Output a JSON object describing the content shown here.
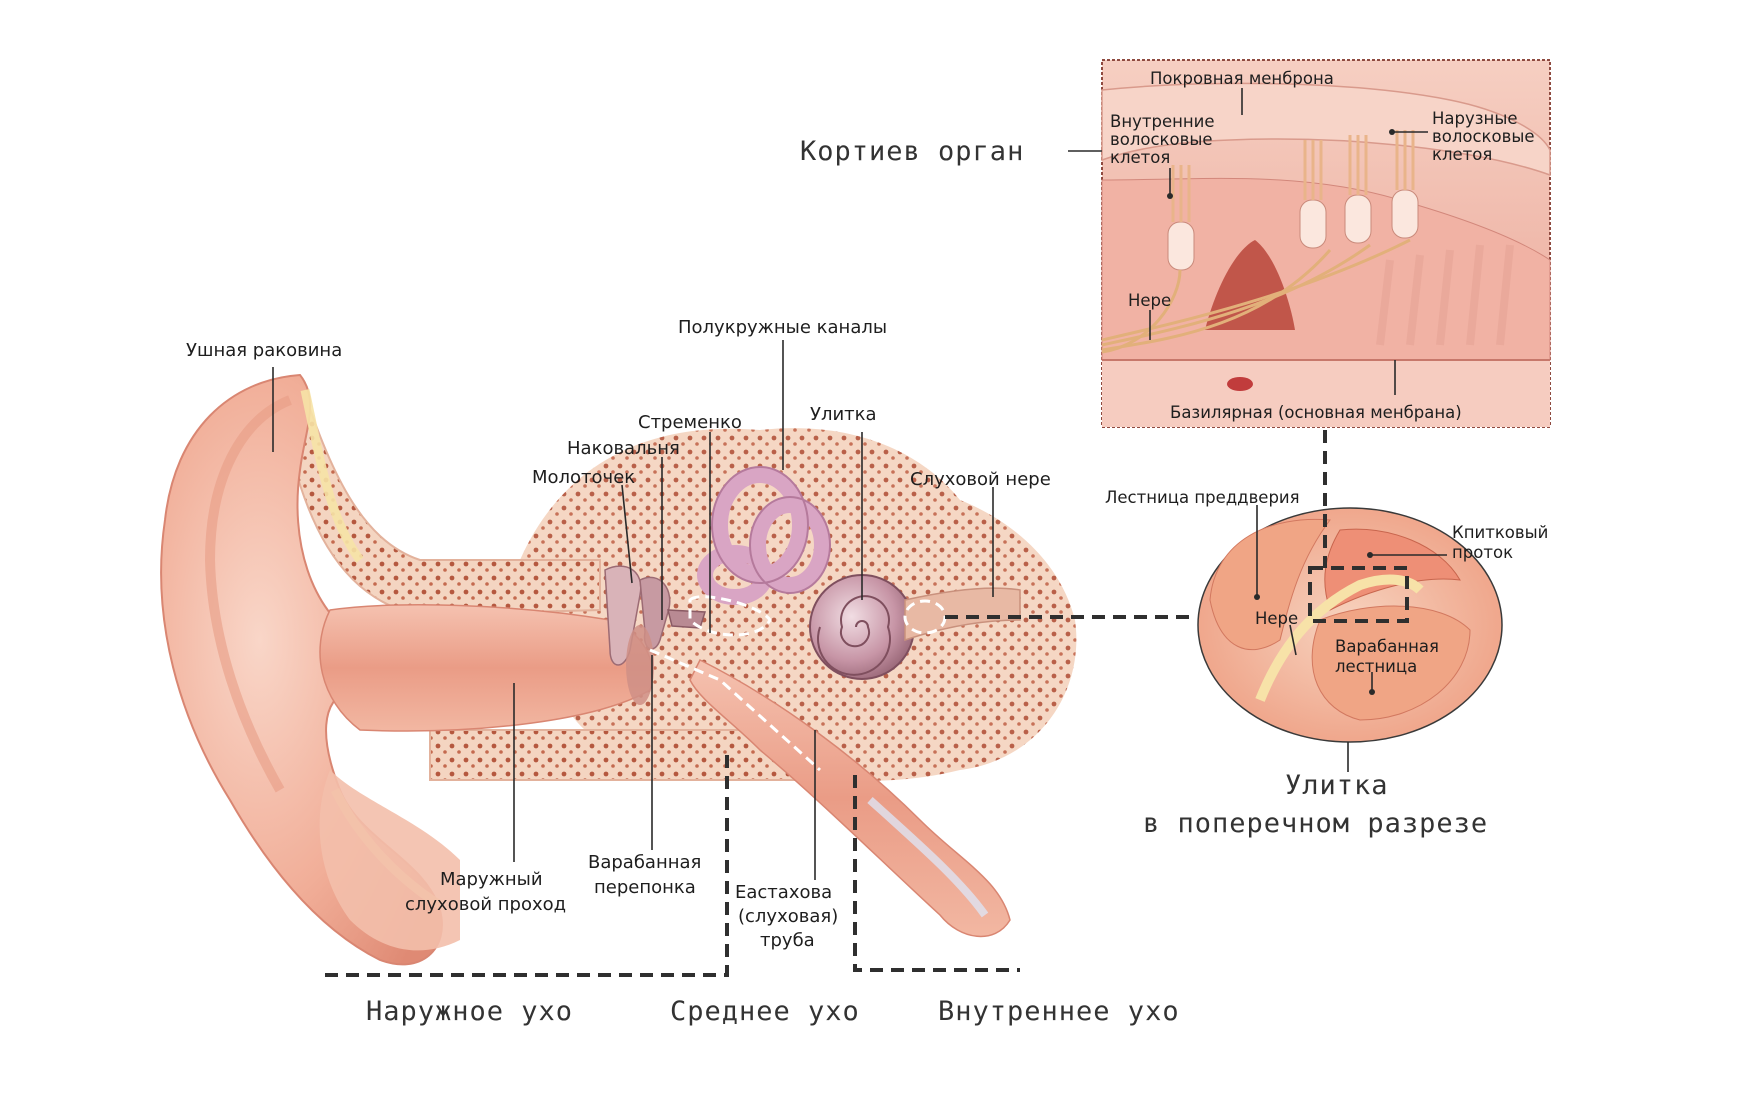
{
  "labels": {
    "pinna": "Ушная раковина",
    "semicircular": "Полукружные каналы",
    "stapes": "Стременко",
    "incus": "Наковальня",
    "malleus": "Молоточек",
    "cochlea": "Улитка",
    "auditory_nerve": "Слуховой нере",
    "canal_l1": "Маружный",
    "canal_l2": "слуховой проход",
    "eardrum_l1": "Варабанная",
    "eardrum_l2": "перепонка",
    "eustach_l1": "Еастахова",
    "eustach_l2": "(слуховая)",
    "eustach_l3": "труба"
  },
  "sections": {
    "outer": "Наружное ухо",
    "middle": "Среднее ухо",
    "inner": "Внутреннее ухо"
  },
  "corti": {
    "title": "Кортиев орган",
    "tectorial": "Покровная менброна",
    "inner_l1": "Внутренние",
    "inner_l2": "волосковые",
    "inner_l3": "клетоя",
    "outer_l1": "Нарузные",
    "outer_l2": "волосковые",
    "outer_l3": "клетоя",
    "nerve": "Нере",
    "basilar": "Базилярная (основная менбрана)"
  },
  "section_view": {
    "vestibuli": "Лестница преддверия",
    "duct_l1": "Кпитковый",
    "duct_l2": "проток",
    "nerve": "Нере",
    "tympani_l1": "Варабанная",
    "tympani_l2": "лестница",
    "title_l1": "Улитка",
    "title_l2": "в поперечном разрезе"
  },
  "colors": {
    "skin": "#f2b8a4",
    "skin_dark": "#d98672",
    "bone": "#f4d7c4",
    "bone_dot": "#b4553c",
    "cochlea": "#c99aaa",
    "canals": "#d9a5c4",
    "cartilage": "#f6e3a6"
  }
}
